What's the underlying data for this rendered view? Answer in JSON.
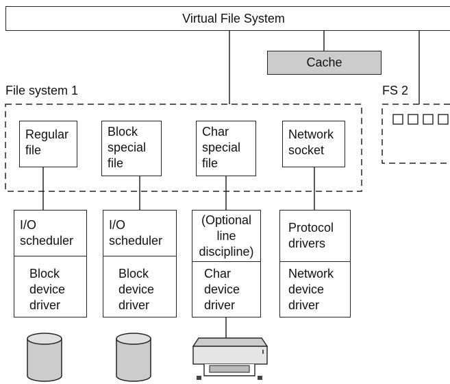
{
  "diagram": {
    "title": "Virtual File System",
    "cache_label": "Cache",
    "cache_color": "#cccccc",
    "fs1_label": "File system 1",
    "fs2_label": "FS 2",
    "files": [
      {
        "lines": [
          "Regular",
          "file"
        ]
      },
      {
        "lines": [
          "Block",
          "special",
          "file"
        ]
      },
      {
        "lines": [
          "Char",
          "special",
          "file"
        ]
      },
      {
        "lines": [
          "Network",
          "socket"
        ]
      }
    ],
    "middle": [
      {
        "lines": [
          "I/O",
          "scheduler"
        ]
      },
      {
        "lines": [
          "I/O",
          "scheduler"
        ]
      },
      {
        "lines": [
          "(Optional",
          "line",
          "discipline)"
        ]
      },
      {
        "lines": [
          "Protocol",
          "drivers"
        ]
      }
    ],
    "drivers": [
      {
        "lines": [
          "Block",
          "device",
          "driver"
        ]
      },
      {
        "lines": [
          "Block",
          "device",
          "driver"
        ]
      },
      {
        "lines": [
          "Char",
          "device",
          "driver"
        ]
      },
      {
        "lines": [
          "Network",
          "device",
          "driver"
        ]
      }
    ]
  }
}
